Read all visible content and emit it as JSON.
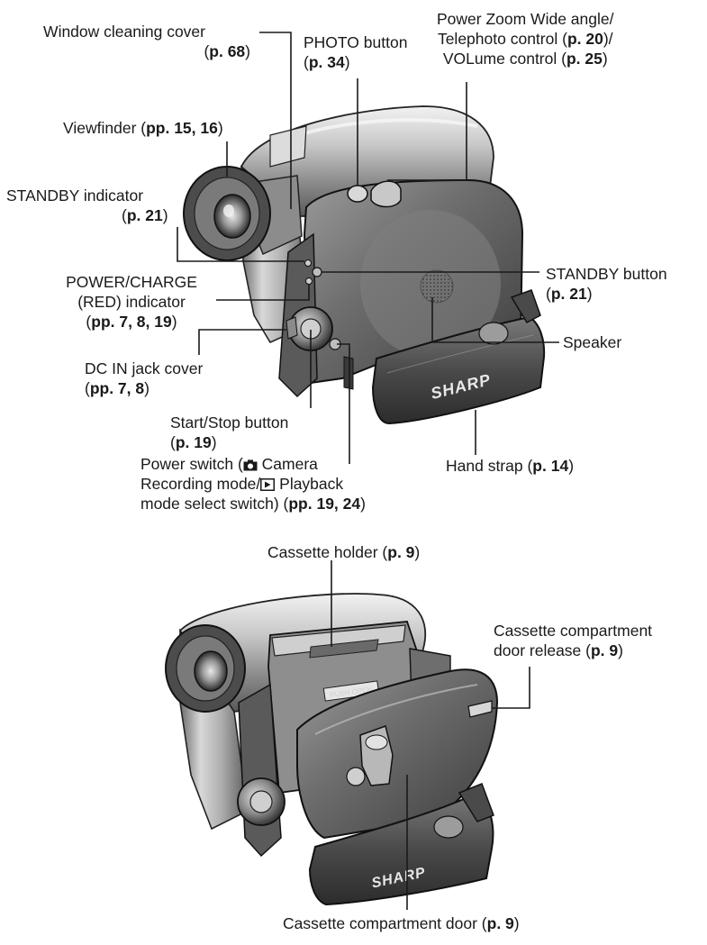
{
  "labels": {
    "window_cleaning_cover": {
      "line1": "Window cleaning cover",
      "ref": "p. 68"
    },
    "photo_button": {
      "line1": "PHOTO button",
      "ref": "p. 34"
    },
    "power_zoom": {
      "line1": "Power Zoom Wide angle/",
      "line2": "Telephoto control (",
      "ref1": "p. 20",
      "line2_end": ")/",
      "line3": "VOLume control (",
      "ref2": "p. 25",
      "line3_end": ")"
    },
    "viewfinder": {
      "text": "Viewfinder (",
      "ref": "pp. 15, 16",
      "end": ")"
    },
    "standby_indicator": {
      "line1": "STANDBY indicator",
      "ref": "p. 21"
    },
    "power_charge": {
      "line1": "POWER/CHARGE",
      "line2": "(RED) indicator",
      "ref": "pp. 7, 8, 19"
    },
    "standby_button": {
      "line1": "STANDBY button",
      "ref": "p. 21"
    },
    "speaker": {
      "text": "Speaker"
    },
    "dc_in": {
      "line1": "DC IN jack cover",
      "ref": "pp. 7, 8"
    },
    "start_stop": {
      "line1": "Start/Stop button",
      "ref": "p. 19"
    },
    "power_switch": {
      "line1a": "Power switch (",
      "line1b": " Camera",
      "line2a": "Recording mode/",
      "line2b": " Playback",
      "line3a": "mode select switch)  (",
      "ref": "pp. 19, 24",
      "line3b": ")"
    },
    "hand_strap": {
      "text": "Hand strap (",
      "ref": "p. 14",
      "end": ")"
    },
    "cassette_holder": {
      "text": "Cassette holder (",
      "ref": "p. 9",
      "end": ")"
    },
    "door_release": {
      "line1": "Cassette compartment",
      "line2": "door release (",
      "ref": "p. 9",
      "end": ")"
    },
    "compartment_door": {
      "text": "Cassette compartment door (",
      "ref": "p. 9",
      "end": ")"
    }
  },
  "brand": "SHARP",
  "door_label": "PUSH OPEN"
}
